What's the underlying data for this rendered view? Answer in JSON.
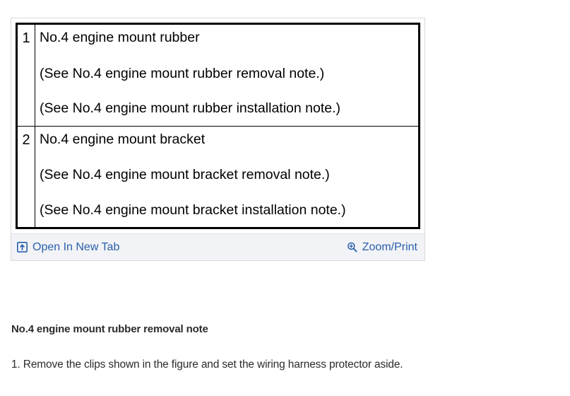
{
  "figure_viewer": {
    "parts_table": {
      "rows": [
        {
          "index": "1",
          "lines": [
            "No.4 engine mount rubber",
            "(See No.4 engine mount rubber removal note.)",
            "(See No.4 engine mount rubber installation note.)"
          ]
        },
        {
          "index": "2",
          "lines": [
            "No.4 engine mount bracket",
            "(See No.4 engine mount bracket removal note.)",
            "(See No.4 engine mount bracket installation note.)"
          ]
        }
      ]
    },
    "toolbar": {
      "open_in_new_tab_label": "Open In New Tab",
      "open_in_new_tab_icon": "open-in-new-tab-icon",
      "zoom_print_label": "Zoom/Print",
      "zoom_print_icon": "magnifier-plus-icon",
      "link_color": "#2a5faa",
      "background_color": "#f2f3f7"
    }
  },
  "content": {
    "note_heading": "No.4 engine mount rubber removal note",
    "note_step_1": "1. Remove the clips shown in the figure and set the wiring harness protector aside."
  }
}
